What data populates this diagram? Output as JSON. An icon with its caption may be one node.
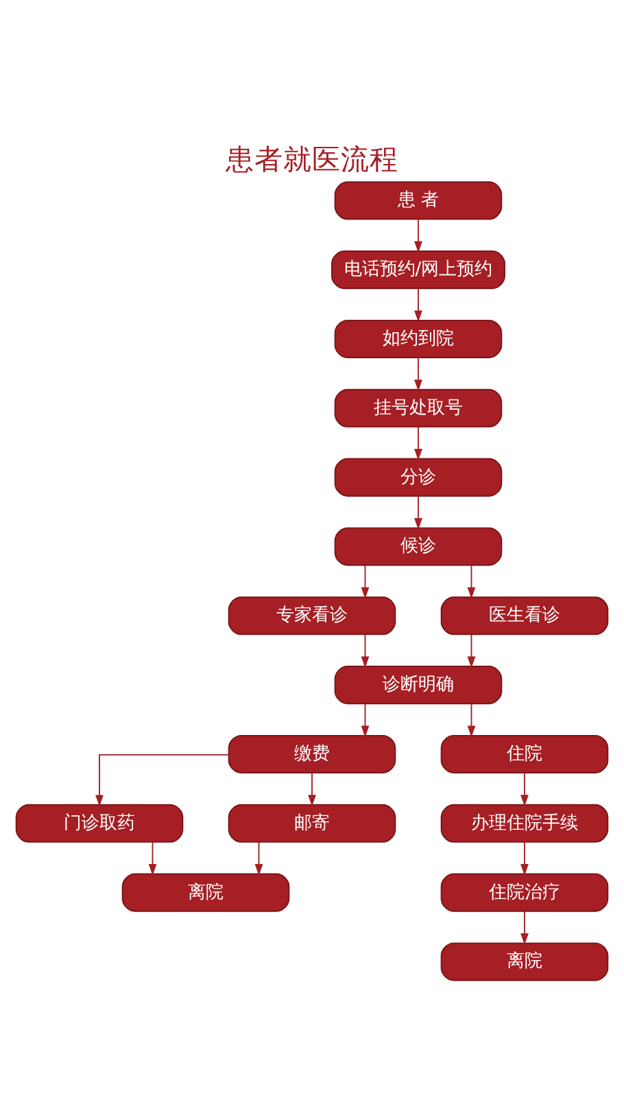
{
  "diagram": {
    "title": "患者就医流程",
    "nodes": [
      {
        "text": [
          "患 者"
        ]
      },
      {
        "text": [
          "电话预约/网上预约"
        ]
      },
      {
        "text": [
          "如约到院"
        ]
      },
      {
        "text": [
          "挂号处取号"
        ]
      },
      {
        "text": [
          "分诊"
        ]
      },
      {
        "text": [
          "候诊"
        ]
      },
      {
        "text": [
          "专家看诊"
        ]
      },
      {
        "text": [
          "医生看诊"
        ]
      },
      {
        "text": [
          "诊断明确"
        ]
      },
      {
        "text": [
          "缴费"
        ]
      },
      {
        "text": [
          "住院"
        ]
      },
      {
        "text": [
          "门诊取药"
        ]
      },
      {
        "text": [
          "邮寄"
        ]
      },
      {
        "text": [
          "离院"
        ]
      },
      {
        "text": [
          "办理住院手续"
        ]
      },
      {
        "text": [
          "住院治疗"
        ]
      },
      {
        "text": [
          "离院"
        ]
      }
    ],
    "edges": [
      {
        "from": 0,
        "to": 1,
        "arrow": "to"
      },
      {
        "from": 1,
        "to": 2,
        "arrow": "to"
      },
      {
        "from": 2,
        "to": 3,
        "arrow": "to"
      },
      {
        "from": 3,
        "to": 4,
        "arrow": "to"
      },
      {
        "from": 4,
        "to": 5,
        "arrow": "to"
      },
      {
        "from": 5,
        "to": 6,
        "arrow": "to"
      },
      {
        "from": 5,
        "to": 7,
        "arrow": "to"
      },
      {
        "from": 6,
        "to": 8,
        "arrow": "to"
      },
      {
        "from": 7,
        "to": 8,
        "arrow": "to"
      },
      {
        "from": 8,
        "to": 9,
        "arrow": "to"
      },
      {
        "from": 8,
        "to": 10,
        "arrow": "to"
      },
      {
        "from": 9,
        "to": 11,
        "arrow": "to"
      },
      {
        "from": 9,
        "to": 12,
        "arrow": "to"
      },
      {
        "from": 11,
        "to": 13,
        "arrow": "to"
      },
      {
        "from": 12,
        "to": 13,
        "arrow": "to"
      },
      {
        "from": 10,
        "to": 14,
        "arrow": "to"
      },
      {
        "from": 14,
        "to": 15,
        "arrow": "to"
      },
      {
        "from": 15,
        "to": 16,
        "arrow": "to"
      }
    ]
  }
}
